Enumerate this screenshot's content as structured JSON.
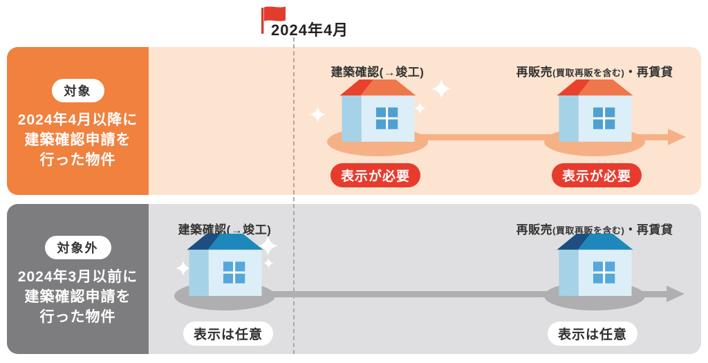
{
  "palette": {
    "covered_panel": "#F0813F",
    "covered_band_bg": "#FCE4D0",
    "covered_shadow_arrow": "#F5B185",
    "required_badge_bg": "#E73B2D",
    "excluded_panel": "#7D7D7F",
    "excluded_band_bg": "#DFDFE1",
    "excluded_shadow_arrow": "#AFAFB1",
    "flag_red": "#E23C2C",
    "roof_red_dark": "#E8422C",
    "roof_red_light": "#F0764B",
    "roof_blue_dark": "#1D4E80",
    "roof_blue_light": "#1E87BC",
    "wall_side_blue": "#A5D2E7",
    "wall_front_blue": "#DCEEF8",
    "text_dark": "#333333"
  },
  "milestone": {
    "label": "2024年4月",
    "flag_icon": "red-flag"
  },
  "rows": [
    {
      "id": "covered",
      "category_badge": "対象",
      "description_lines": [
        "2024年4月以降に",
        "建築確認申請を",
        "行った物件"
      ],
      "stages": [
        {
          "label_parts": [
            {
              "text": "建築確認(→竣工)",
              "small": false
            }
          ],
          "status_badge": "表示が必要",
          "sparkles": true
        },
        {
          "label_parts": [
            {
              "text": "再販売",
              "small": false
            },
            {
              "text": "(買取再販を含む)",
              "small": true
            },
            {
              "text": "・再賃貸",
              "small": false
            }
          ],
          "status_badge": "表示が必要",
          "sparkles": false
        }
      ]
    },
    {
      "id": "excluded",
      "category_badge": "対象外",
      "description_lines": [
        "2024年3月以前に",
        "建築確認申請を",
        "行った物件"
      ],
      "stages": [
        {
          "label_parts": [
            {
              "text": "建築確認(→竣工)",
              "small": false
            }
          ],
          "status_badge": "表示は任意",
          "sparkles": true
        },
        {
          "label_parts": [
            {
              "text": "再販売",
              "small": false
            },
            {
              "text": "(買取再販を含む)",
              "small": true
            },
            {
              "text": "・再賃貸",
              "small": false
            }
          ],
          "status_badge": "表示は任意",
          "sparkles": false
        }
      ]
    }
  ]
}
